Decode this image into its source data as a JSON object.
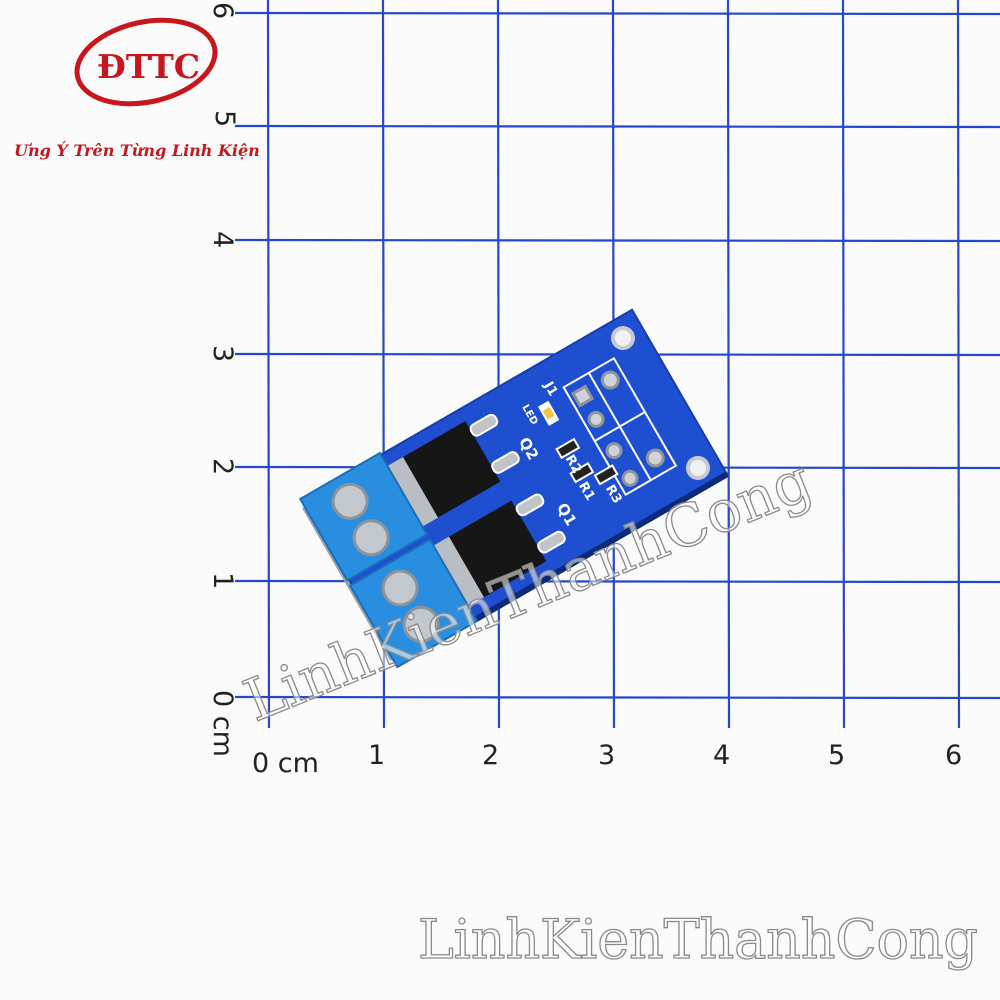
{
  "logo": {
    "text": "ĐTTC",
    "slogan": "Ưng Ý Trên Từng Linh Kiện",
    "color": "#c8161d"
  },
  "ruler": {
    "x_labels": [
      "0 cm",
      "1",
      "2",
      "3",
      "4",
      "5",
      "6"
    ],
    "y_labels": [
      "0 cm",
      "1",
      "2",
      "3",
      "4",
      "5",
      "6"
    ],
    "grid_color": "#2448c8"
  },
  "board": {
    "pcb_color": "#1d4fd0",
    "terminal_color": "#2a8ee0",
    "silkscreen": {
      "q1": "Q1",
      "q2": "Q2",
      "r1": "R1",
      "r2": "R2",
      "r3": "R3",
      "led": "LED",
      "j1": "J1"
    }
  },
  "watermarks": {
    "diagonal": "LinhKienThanhCong",
    "bottom": "LinhKienThanhCong"
  }
}
